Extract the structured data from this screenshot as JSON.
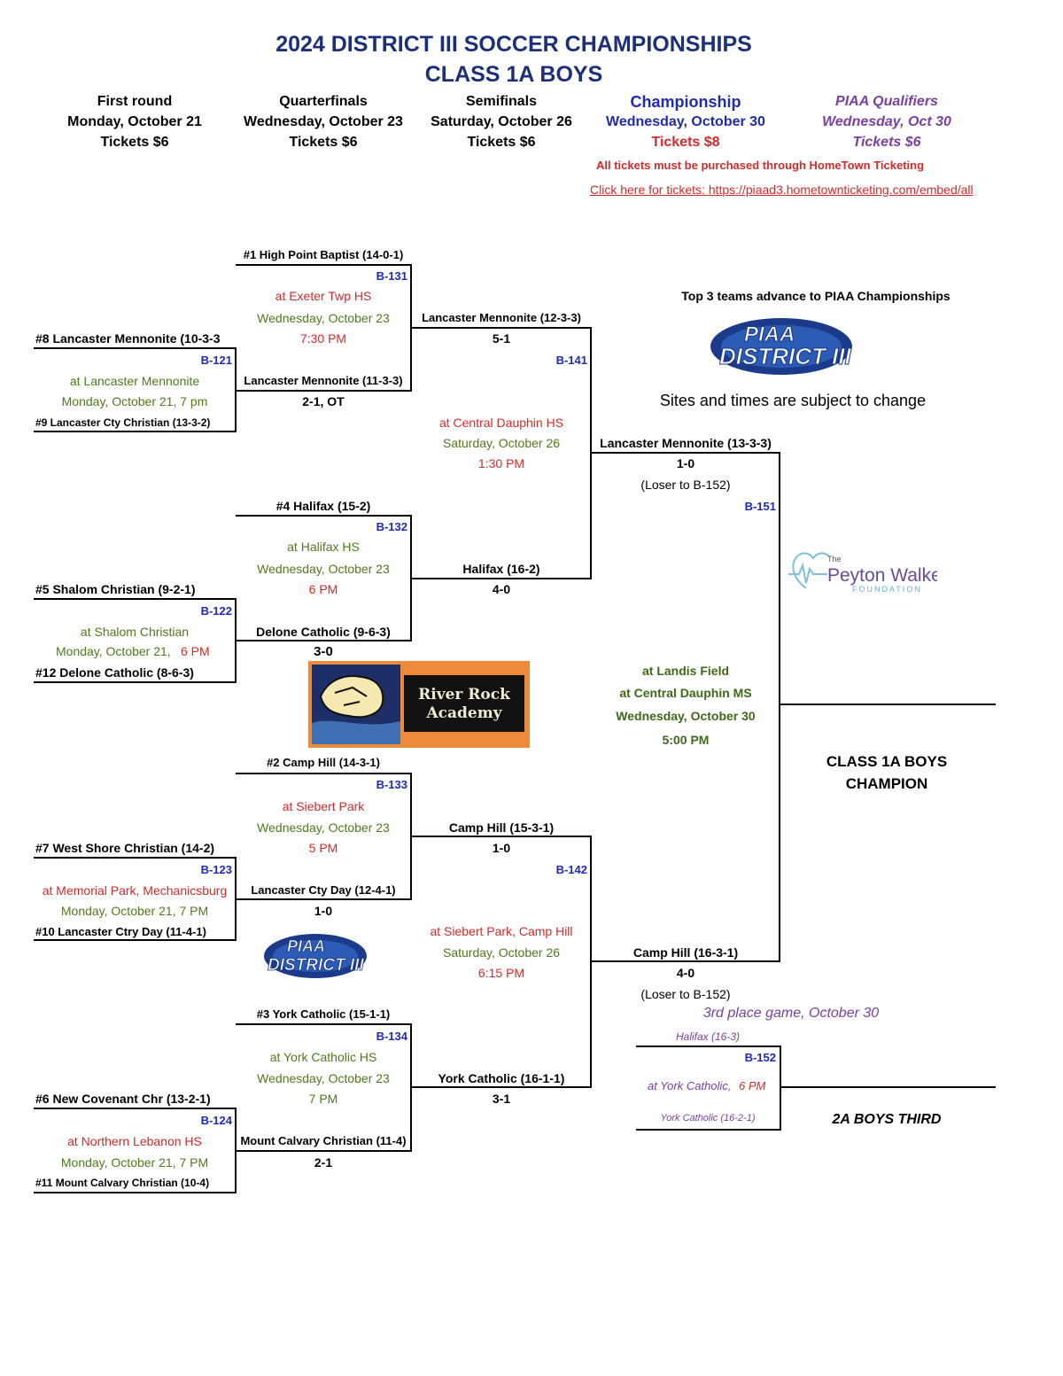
{
  "header": {
    "title": "2024 DISTRICT III SOCCER CHAMPIONSHIPS",
    "subtitle": "CLASS 1A BOYS"
  },
  "rounds": [
    {
      "name": "First round",
      "date": "Monday, October 21",
      "tickets": "Tickets $6"
    },
    {
      "name": "Quarterfinals",
      "date": "Wednesday, October 23",
      "tickets": "Tickets $6"
    },
    {
      "name": "Semifinals",
      "date": "Saturday, October 26",
      "tickets": "Tickets $6"
    },
    {
      "name": "Championship",
      "date": "Wednesday, October 30",
      "tickets": "Tickets $8"
    },
    {
      "name": "PIAA Qualifiers",
      "date": "Wednesday, Oct 30",
      "tickets": "Tickets $6"
    }
  ],
  "notices": {
    "tickets_note": "All tickets must be purchased through HomeTown Ticketing",
    "tickets_link": "Click here for tickets: https://piaad3.hometownticketing.com/embed/all",
    "top3": "Top 3 teams advance to PIAA Championships",
    "sites": "Sites and times are subject to change"
  },
  "logos": {
    "piaa_line1": "PIAA",
    "piaa_line2": "DISTRICT III",
    "peyton_small": "The",
    "peyton_main": "Peyton Walker",
    "peyton_sub": "FOUNDATION",
    "riverrock_line1": "River Rock",
    "riverrock_line2": "Academy"
  },
  "first_round": [
    {
      "id": "B-121",
      "top": "#8 Lancaster Mennonite (10-3-3",
      "site": "at Lancaster Mennonite",
      "date": "Monday, October 21, 7 pm",
      "bottom": "#9 Lancaster Cty Christian (13-3-2)"
    },
    {
      "id": "B-122",
      "top": "#5 Shalom Christian (9-2-1)",
      "site": "at Shalom Christian",
      "date": "Monday, October 21,",
      "time": "6 PM",
      "bottom": "#12 Delone Catholic (8-6-3)"
    },
    {
      "id": "B-123",
      "top": "#7 West Shore Christian (14-2)",
      "site": "at Memorial Park, Mechanicsburg",
      "date": "Monday, October 21, 7 PM",
      "bottom": "#10 Lancaster Ctry Day (11-4-1)"
    },
    {
      "id": "B-124",
      "top": "#6 New Covenant Chr (13-2-1)",
      "site": "at Northern Lebanon HS",
      "date": "Monday, October 21, 7 PM",
      "bottom": "#11 Mount Calvary Christian (10-4)"
    }
  ],
  "quarterfinals": [
    {
      "id": "B-131",
      "top": "#1 High Point Baptist (14-0-1)",
      "site": "at Exeter Twp HS",
      "date": "Wednesday, October 23",
      "time": "7:30 PM",
      "winner": "Lancaster Mennonite (11-3-3)",
      "score": "2-1, OT"
    },
    {
      "id": "B-132",
      "top": "#4 Halifax (15-2)",
      "site": "at Halifax HS",
      "date": "Wednesday, October 23",
      "time": "6 PM",
      "winner": "Delone Catholic (9-6-3)",
      "score": "3-0"
    },
    {
      "id": "B-133",
      "top": "#2 Camp Hill (14-3-1)",
      "site": "at Siebert Park",
      "date": "Wednesday, October 23",
      "time": "5 PM",
      "winner": "Lancaster Cty Day (12-4-1)",
      "score": "1-0"
    },
    {
      "id": "B-134",
      "top": "#3 York Catholic (15-1-1)",
      "site": "at York Catholic HS",
      "date": "Wednesday, October 23",
      "time": "7 PM",
      "winner": "Mount Calvary Christian (11-4)",
      "score": "2-1"
    }
  ],
  "semifinals": [
    {
      "id": "B-141",
      "top": "Lancaster Mennonite (12-3-3)",
      "top_score": "5-1",
      "bottom": "Halifax (16-2)",
      "bottom_score": "4-0",
      "site": "at Central Dauphin HS",
      "date": "Saturday, October 26",
      "time": "1:30 PM"
    },
    {
      "id": "B-142",
      "top": "Camp Hill (15-3-1)",
      "top_score": "1-0",
      "bottom": "York Catholic (16-1-1)",
      "bottom_score": "3-1",
      "site": "at Siebert Park, Camp Hill",
      "date": "Saturday, October 26",
      "time": "6:15 PM"
    }
  ],
  "championship": {
    "id": "B-151",
    "top": "Lancaster Mennonite (13-3-3)",
    "top_score": "1-0",
    "top_note": "(Loser to B-152)",
    "bottom": "Camp Hill (16-3-1)",
    "bottom_score": "4-0",
    "bottom_note": "(Loser to B-152)",
    "site1": "at Landis Field",
    "site2": "at Central Dauphin MS",
    "date": "Wednesday, October 30",
    "time": "5:00 PM",
    "champion_line1": "CLASS 1A BOYS",
    "champion_line2": "CHAMPION"
  },
  "third_place": {
    "id": "B-152",
    "title": "3rd place game, October 30",
    "top": "Halifax (16-3)",
    "site": "at York Catholic,",
    "time": "6 PM",
    "bottom": "York Catholic (16-2-1)",
    "result": "2A BOYS THIRD"
  }
}
